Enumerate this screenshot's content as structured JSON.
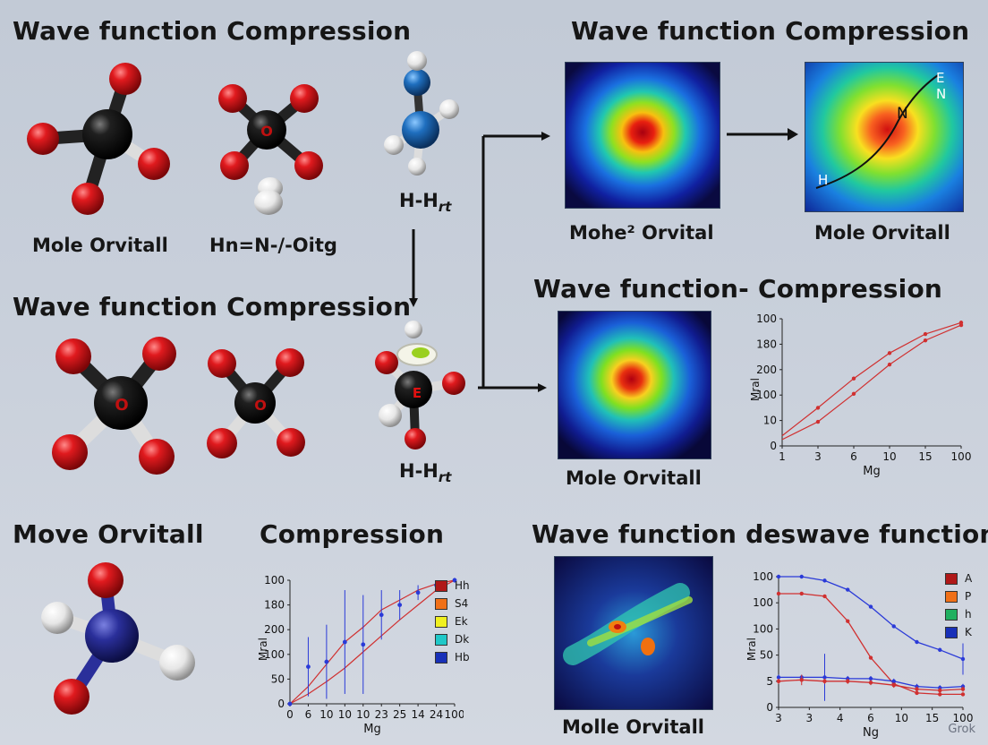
{
  "headings": {
    "top_left": "Wave function Compression",
    "top_right": "Wave function Compression",
    "mid_left": "Wave function Compression",
    "mid_right": "Wave function- Compression",
    "bottom_left": "Move Orvitall",
    "bottom_center": "Compression",
    "bottom_right": "Wave function deswave function"
  },
  "molecule_labels": {
    "mol1": "Mole Orvitall",
    "mol2": "Hn=N-/-Oitg",
    "mol3": "H-H",
    "mol3_sub": "rt",
    "mol6": "H-H",
    "mol6_sub": "rt"
  },
  "heatmap_labels": {
    "hm1": "Mohe² Orvital",
    "hm2": "Mole Orvitall",
    "hm3": "Mole Orvitall",
    "hm4": "Molle Orvitall"
  },
  "heatmap_annotations": {
    "e": "E",
    "n_right": "N",
    "n_center": "N",
    "h": "H"
  },
  "atom_letters": {
    "o1": "O",
    "o2": "O",
    "o3": "O",
    "e": "E"
  },
  "colors": {
    "oxygen": "#d81418",
    "carbon": "#1a1a1a",
    "nitrogen": "#2a2f9a",
    "blue_atom": "#1f6fbf",
    "hydrogen": "#f2f2f2",
    "curve_red": "#d03030",
    "curve_blue": "#2a3ad8"
  },
  "chart_data": [
    {
      "type": "line",
      "ylabel": "Mral",
      "xlabel": "Mg",
      "categories": [
        "1",
        "3",
        "6",
        "10",
        "15",
        "100"
      ],
      "yticks": [
        "0",
        "10",
        "100",
        "200",
        "180",
        "100"
      ],
      "series": [
        {
          "values": [
            0.08,
            0.3,
            0.53,
            0.73,
            0.88,
            0.97
          ]
        },
        {
          "values": [
            0.05,
            0.19,
            0.41,
            0.64,
            0.83,
            0.95
          ]
        }
      ]
    },
    {
      "type": "line",
      "ylabel": "Mral",
      "xlabel": "Mg",
      "categories": [
        "0",
        "6",
        "10",
        "10",
        "10",
        "23",
        "25",
        "14",
        "24",
        "100"
      ],
      "yticks": [
        "0",
        "50",
        "100",
        "200",
        "180",
        "100"
      ],
      "legend": [
        "Hh",
        "S4",
        "Ek",
        "Dk",
        "Hb"
      ],
      "legend_colors": [
        "#b01818",
        "#f07018",
        "#f0f020",
        "#20c8c8",
        "#1830b8"
      ],
      "series": [
        {
          "values": [
            0.0,
            0.14,
            0.32,
            0.5,
            0.62,
            0.76,
            0.84,
            0.92,
            0.97,
            1.0
          ]
        },
        {
          "values": [
            0.0,
            0.08,
            0.18,
            0.29,
            0.42,
            0.55,
            0.68,
            0.8,
            0.92,
            1.0
          ]
        }
      ],
      "points": [
        0.0,
        0.3,
        0.34,
        0.5,
        0.48,
        0.72,
        0.8,
        0.9,
        0.96,
        1.0
      ]
    },
    {
      "type": "line",
      "ylabel": "Mral",
      "xlabel": "Ng",
      "categories": [
        "3",
        "3",
        "4",
        "6",
        "10",
        "15",
        "100"
      ],
      "yticks": [
        "0",
        "5",
        "50",
        "100",
        "100",
        "100"
      ],
      "legend": [
        "A",
        "P",
        "h",
        "K"
      ],
      "legend_colors": [
        "#b01818",
        "#f07018",
        "#20b060",
        "#1830b8"
      ],
      "series": [
        {
          "values": [
            1.0,
            1.0,
            0.97,
            0.9,
            0.77,
            0.62,
            0.5,
            0.44,
            0.37
          ]
        },
        {
          "values": [
            0.87,
            0.87,
            0.85,
            0.66,
            0.38,
            0.18,
            0.11,
            0.1,
            0.1
          ]
        },
        {
          "values": [
            0.23,
            0.23,
            0.23,
            0.22,
            0.22,
            0.2,
            0.16,
            0.15,
            0.16
          ]
        },
        {
          "values": [
            0.2,
            0.21,
            0.2,
            0.2,
            0.19,
            0.17,
            0.14,
            0.13,
            0.14
          ]
        }
      ]
    }
  ],
  "watermark": "Grok"
}
